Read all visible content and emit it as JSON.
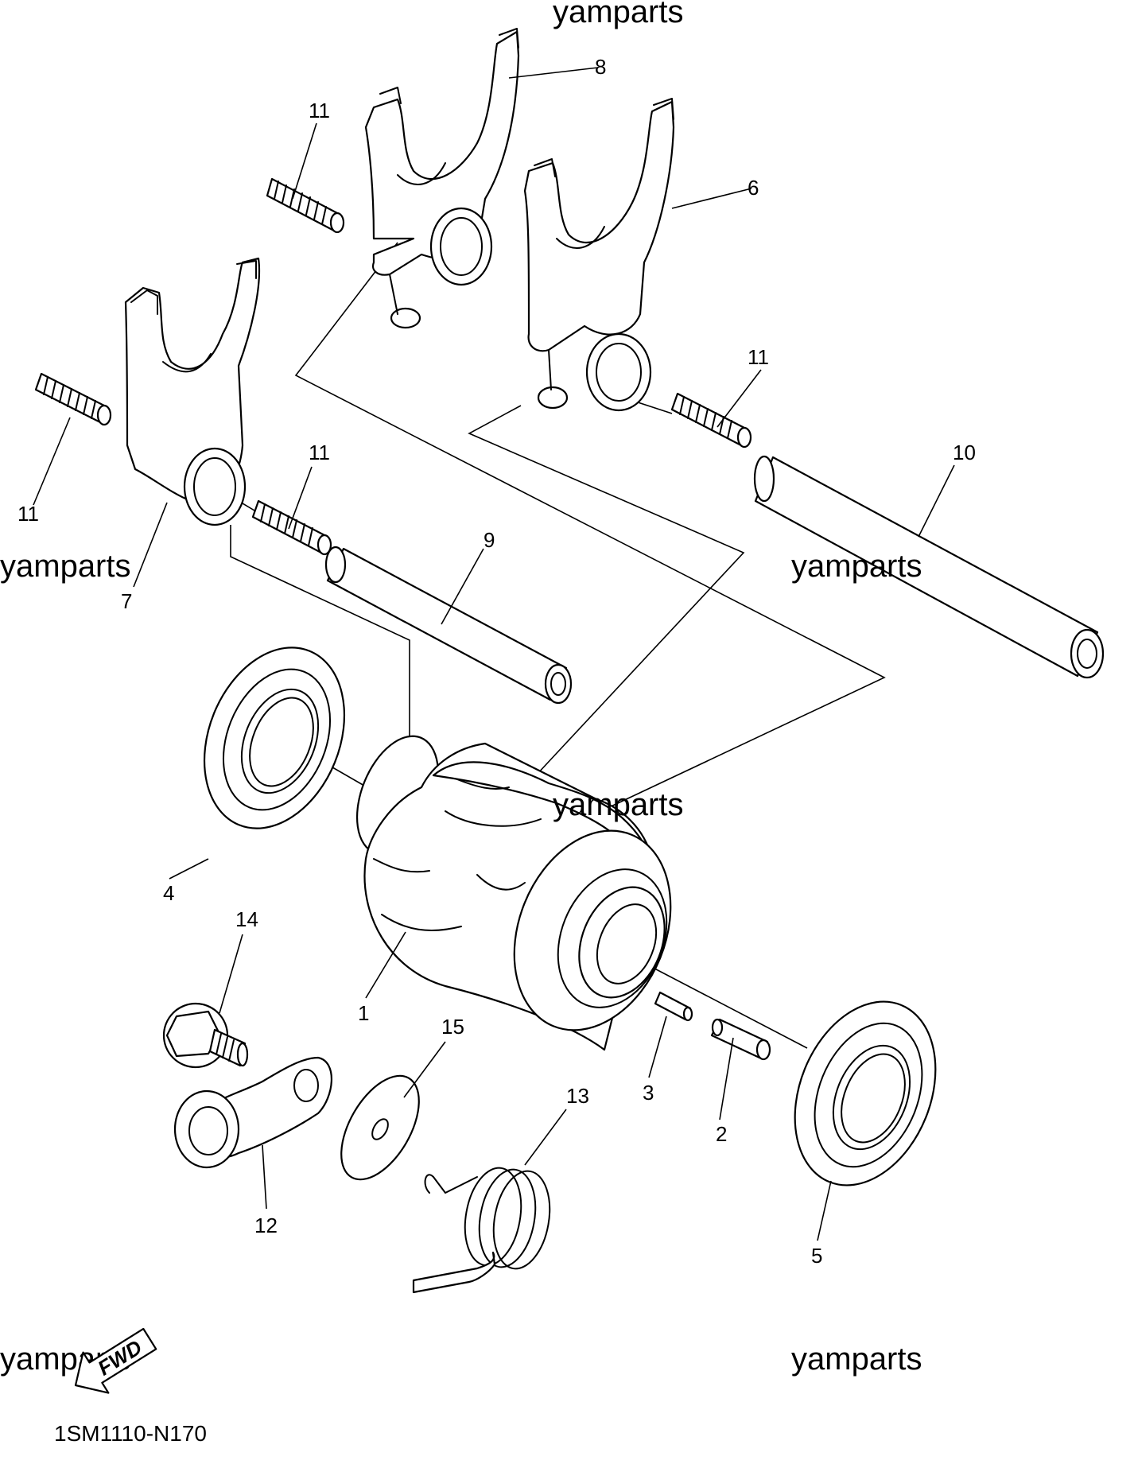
{
  "watermark": "yamparts",
  "diagram_code": "1SM1110-N170",
  "fwd_label": "FWD",
  "callouts": {
    "c1": "1",
    "c2": "2",
    "c3": "3",
    "c4": "4",
    "c5": "5",
    "c6": "6",
    "c7": "7",
    "c8": "8",
    "c9": "9",
    "c10": "10",
    "c11a": "11",
    "c11b": "11",
    "c11c": "11",
    "c11d": "11",
    "c12": "12",
    "c13": "13",
    "c14": "14",
    "c15": "15"
  },
  "icons": {
    "fwd_arrow": "fwd-arrow-icon"
  }
}
